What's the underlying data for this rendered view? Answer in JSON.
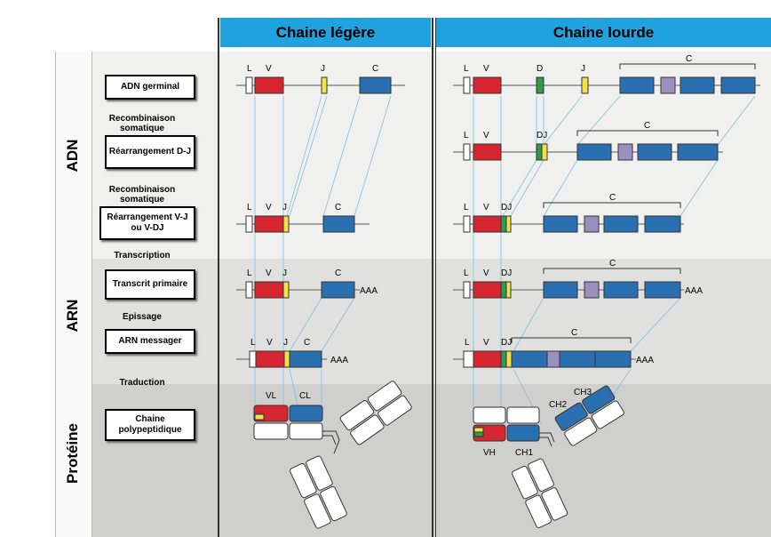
{
  "columns": {
    "light": "Chaine légère",
    "heavy": "Chaine lourde"
  },
  "stages": {
    "dna": "ADN",
    "rna": "ARN",
    "protein": "Protéine"
  },
  "flow": {
    "box1": "ADN germinal",
    "step1": "Recombinaison somatique",
    "box2": "Réarrangement D-J",
    "step2": "Recombinaison somatique",
    "box3": "Réarrangement V-J ou V-DJ",
    "step3": "Transcription",
    "box4": "Transcrit primaire",
    "step4": "Epissage",
    "box5": "ARN messager",
    "step5": "Traduction",
    "box6": "Chaine polypeptidique"
  },
  "segment_labels": {
    "L": "L",
    "V": "V",
    "J": "J",
    "D": "D",
    "C": "C",
    "DJ": "DJ",
    "polyA": "AAA",
    "VL": "VL",
    "CL": "CL",
    "VH": "VH",
    "CH1": "CH1",
    "CH2": "CH2",
    "CH3": "CH3"
  },
  "colors": {
    "header": "#1fa2dd",
    "V": "#d6262f",
    "J": "#f2e24a",
    "D": "#2e9a4f",
    "C": "#2a6fb0",
    "hinge_exon": "#9b8fc0",
    "band_dna": "#f0f0ee",
    "band_rna": "#e0e0de",
    "band_protein": "#cfcfcd"
  }
}
